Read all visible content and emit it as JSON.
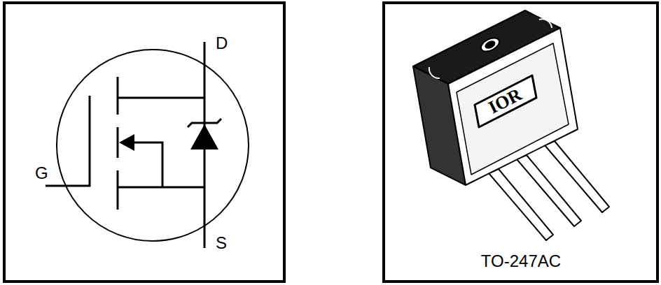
{
  "diagram": {
    "labels": [
      "D",
      "G",
      "S",
      "IOR",
      "TO-247AC"
    ]
  }
}
